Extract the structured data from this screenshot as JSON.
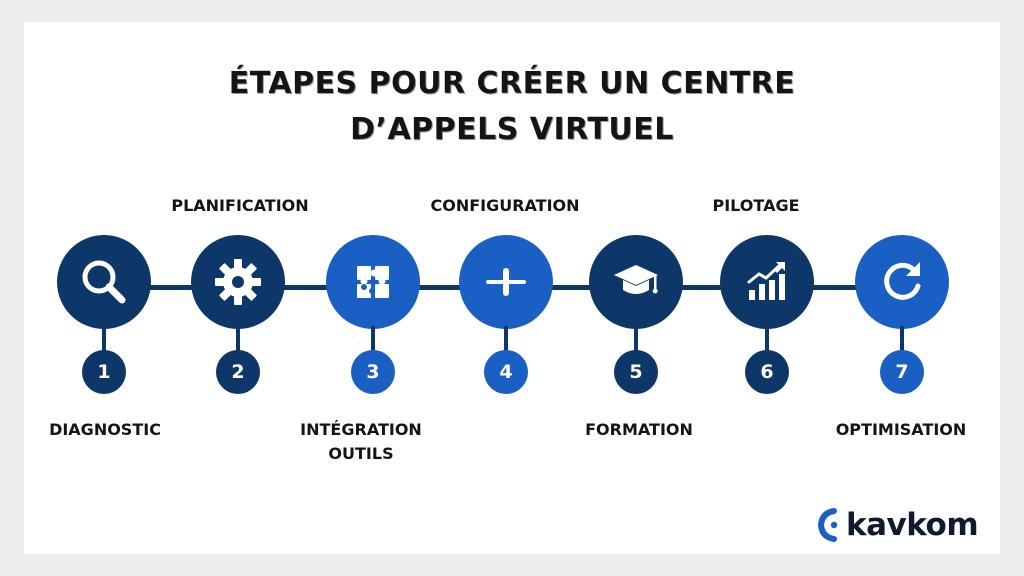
{
  "title": {
    "line1": "ÉTAPES POUR CRÉER UN CENTRE",
    "line2": "D’APPELS VIRTUEL"
  },
  "steps": [
    {
      "number": "1",
      "label": "DIAGNOSTIC",
      "icon": "magnifier-icon",
      "color": "#0d3769"
    },
    {
      "number": "2",
      "label": "PLANIFICATION",
      "icon": "gear-icon",
      "color": "#0d3769"
    },
    {
      "number": "3",
      "label": "INTÉGRATION OUTILS",
      "icon": "puzzle-icon",
      "color": "#1a60c4"
    },
    {
      "number": "4",
      "label": "CONFIGURATION",
      "icon": "slider-icon",
      "color": "#1a60c4"
    },
    {
      "number": "5",
      "label": "FORMATION",
      "icon": "graduation-cap-icon",
      "color": "#0d3769"
    },
    {
      "number": "6",
      "label": "PILOTAGE",
      "icon": "growth-chart-icon",
      "color": "#0d3769"
    },
    {
      "number": "7",
      "label": "OPTIMISATION",
      "icon": "refresh-icon",
      "color": "#1a60c4"
    }
  ],
  "logo": {
    "text": "kavkom",
    "icon": "kavkom-logo-icon",
    "accent": "#1a60c4"
  },
  "colors": {
    "dark_navy": "#0d3769",
    "blue": "#1a60c4",
    "text": "#141414"
  }
}
